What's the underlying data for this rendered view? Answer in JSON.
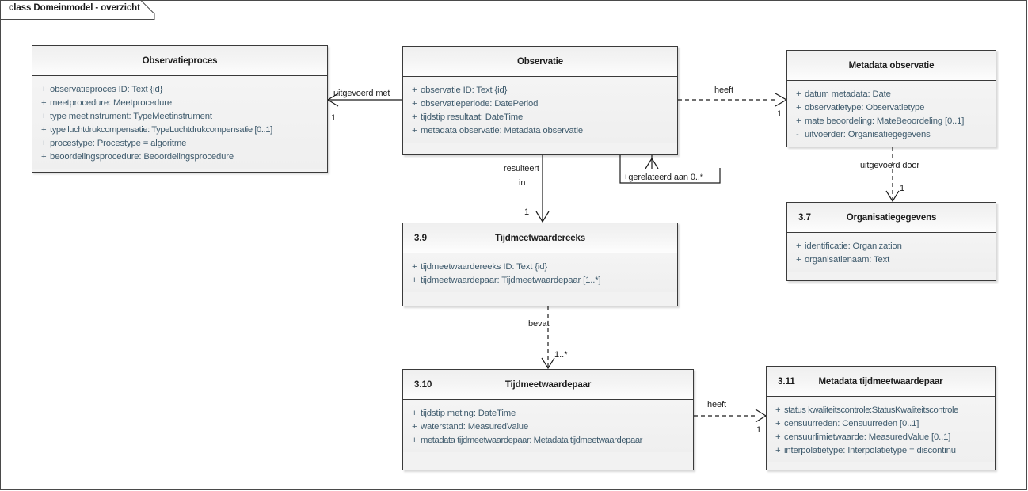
{
  "diagram": {
    "frame_label": "class Domeinmodel - overzicht"
  },
  "classes": [
    {
      "id": "observatieproces",
      "section": "",
      "title": "Observatieproces",
      "attributes": [
        {
          "visibility": "+",
          "signature": "observatieproces ID: Text {id}"
        },
        {
          "visibility": "+",
          "signature": "meetprocedure: Meetprocedure"
        },
        {
          "visibility": "+",
          "signature": "type meetinstrument: TypeMeetinstrument"
        },
        {
          "visibility": "+",
          "signature": "type luchtdrukcompensatie: TypeLuchtdrukcompensatie [0..1]"
        },
        {
          "visibility": "+",
          "signature": "procestype: Procestype = algoritme"
        },
        {
          "visibility": "+",
          "signature": "beoordelingsprocedure: Beoordelingsprocedure"
        }
      ]
    },
    {
      "id": "observatie",
      "section": "",
      "title": "Observatie",
      "attributes": [
        {
          "visibility": "+",
          "signature": "observatie ID: Text {id}"
        },
        {
          "visibility": "+",
          "signature": "observatieperiode: DatePeriod"
        },
        {
          "visibility": "+",
          "signature": "tijdstip resultaat: DateTime"
        },
        {
          "visibility": "+",
          "signature": "metadata observatie: Metadata observatie"
        }
      ]
    },
    {
      "id": "metadata-observatie",
      "section": "",
      "title": "Metadata observatie",
      "attributes": [
        {
          "visibility": "+",
          "signature": "datum metadata: Date"
        },
        {
          "visibility": "+",
          "signature": "observatietype: Observatietype"
        },
        {
          "visibility": "+",
          "signature": "mate beoordeling: MateBeoordeling [0..1]"
        },
        {
          "visibility": "-",
          "signature": "uitvoerder: Organisatiegegevens"
        }
      ]
    },
    {
      "id": "organisatiegegevens",
      "section": "3.7",
      "title": "Organisatiegegevens",
      "attributes": [
        {
          "visibility": "+",
          "signature": "identificatie: Organization"
        },
        {
          "visibility": "+",
          "signature": "organisatienaam: Text"
        }
      ]
    },
    {
      "id": "tijdmeetwaardereeks",
      "section": "3.9",
      "title": "Tijdmeetwaardereeks",
      "attributes": [
        {
          "visibility": "+",
          "signature": "tijdmeetwaardereeks ID: Text {id}"
        },
        {
          "visibility": "+",
          "signature": "tijdmeetwaardepaar: Tijdmeetwaardepaar [1..*]"
        }
      ]
    },
    {
      "id": "tijdmeetwaardepaar",
      "section": "3.10",
      "title": "Tijdmeetwaardepaar",
      "attributes": [
        {
          "visibility": "+",
          "signature": "tijdstip meting: DateTime"
        },
        {
          "visibility": "+",
          "signature": "waterstand: MeasuredValue"
        },
        {
          "visibility": "+",
          "signature": "metadata tijdmeetwaardepaar: Metadata tijdmeetwaardepaar"
        }
      ]
    },
    {
      "id": "metadata-tijdmeetwaardepaar",
      "section": "3.11",
      "title": "Metadata tijdmeetwaardepaar",
      "attributes": [
        {
          "visibility": "+",
          "signature": "status kwaliteitscontrole:StatusKwaliteitscontrole"
        },
        {
          "visibility": "+",
          "signature": "censuurreden: Censuurreden [0..1]"
        },
        {
          "visibility": "+",
          "signature": "censuurlimietwaarde: MeasuredValue [0..1]"
        },
        {
          "visibility": "+",
          "signature": "interpolatietype: Interpolatietype = discontinu"
        }
      ]
    }
  ],
  "connectors": [
    {
      "id": "uitgevoerd-met",
      "label": "uitgevoerd met",
      "multiplicity": "1"
    },
    {
      "id": "heeft-metadata-observatie",
      "label": "heeft",
      "multiplicity": "1"
    },
    {
      "id": "gerelateerd-aan",
      "label": "+gerelateerd aan 0..*",
      "multiplicity": ""
    },
    {
      "id": "resulteert-in",
      "label_line1": "resulteert",
      "label_line2": "in",
      "multiplicity": "1"
    },
    {
      "id": "uitgevoerd-door",
      "label": "uitgevoerd door",
      "multiplicity": "1"
    },
    {
      "id": "bevat",
      "label": "bevat",
      "multiplicity": "1..*"
    },
    {
      "id": "heeft-metadata-tijdmeetwaardepaar",
      "label": "heeft",
      "multiplicity": "1"
    }
  ],
  "colors": {
    "box_fill": "#f2f2f2",
    "box_border": "#3a3a3a",
    "attribute_text": "#3f5b6d",
    "title_text": "#1d1d1d",
    "connector": "#1b1b1b"
  }
}
